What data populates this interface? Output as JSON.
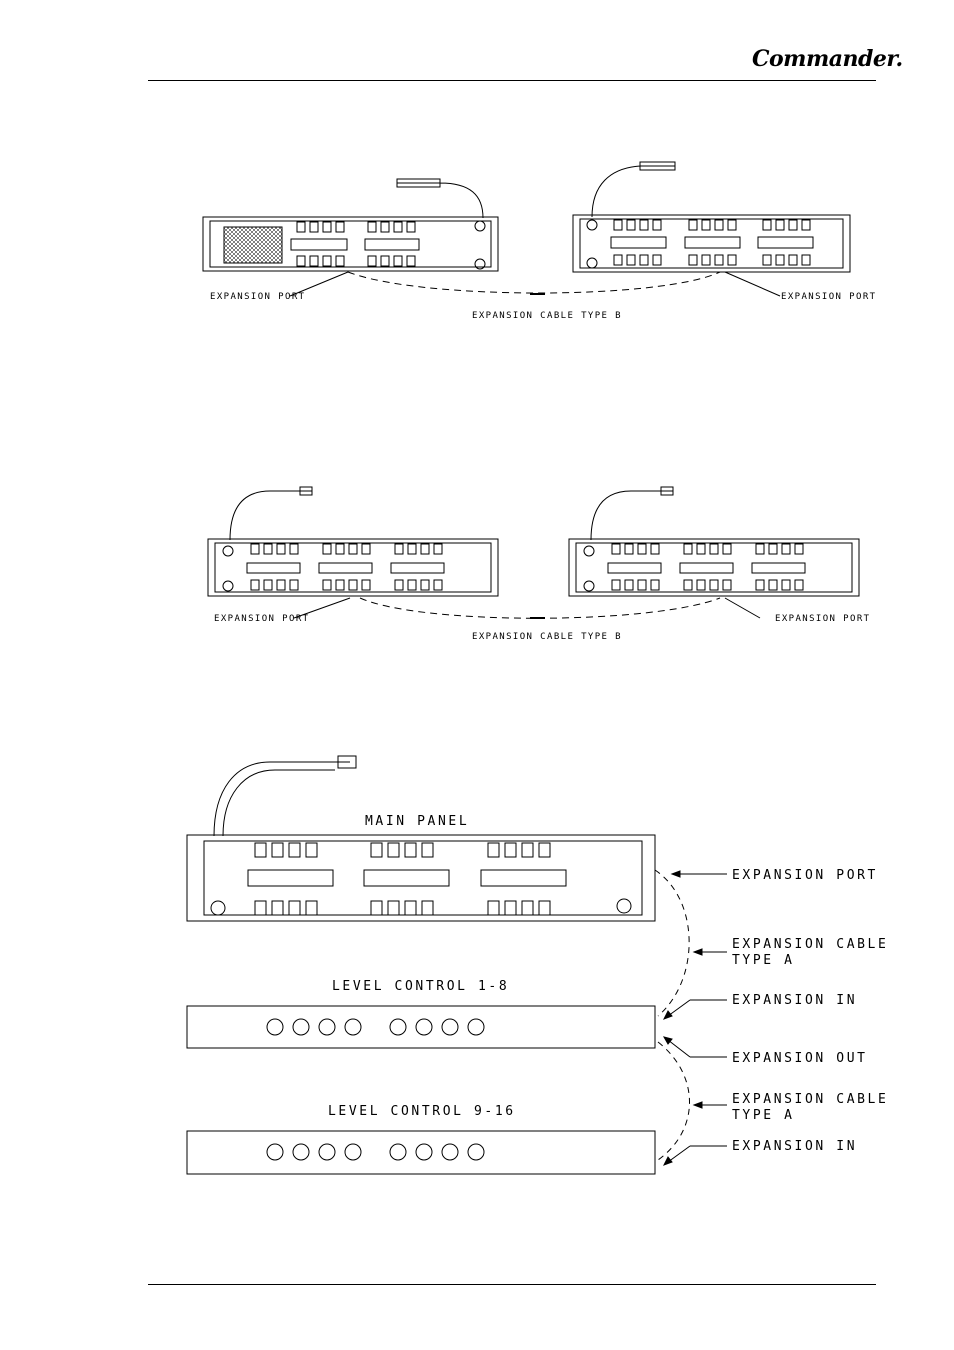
{
  "header": {
    "logo_text": "Commander."
  },
  "figure1": {
    "left_label": "EXPANSION PORT",
    "right_label": "EXPANSION PORT",
    "cable_label": "EXPANSION CABLE TYPE B"
  },
  "figure2": {
    "left_label": "EXPANSION PORT",
    "right_label": "EXPANSION PORT",
    "cable_label": "EXPANSION CABLE TYPE B"
  },
  "figure3": {
    "main_panel_title": "MAIN PANEL",
    "expansion_port_label": "EXPANSION PORT",
    "cable_a_line1": "EXPANSION CABLE",
    "cable_a_line2": "TYPE A",
    "level_1_title": "LEVEL CONTROL 1-8",
    "expansion_in_1": "EXPANSION IN",
    "expansion_out": "EXPANSION OUT",
    "cable_b_line1": "EXPANSION CABLE",
    "cable_b_line2": "TYPE A",
    "level_2_title": "LEVEL CONTROL 9-16",
    "expansion_in_2": "EXPANSION IN"
  }
}
